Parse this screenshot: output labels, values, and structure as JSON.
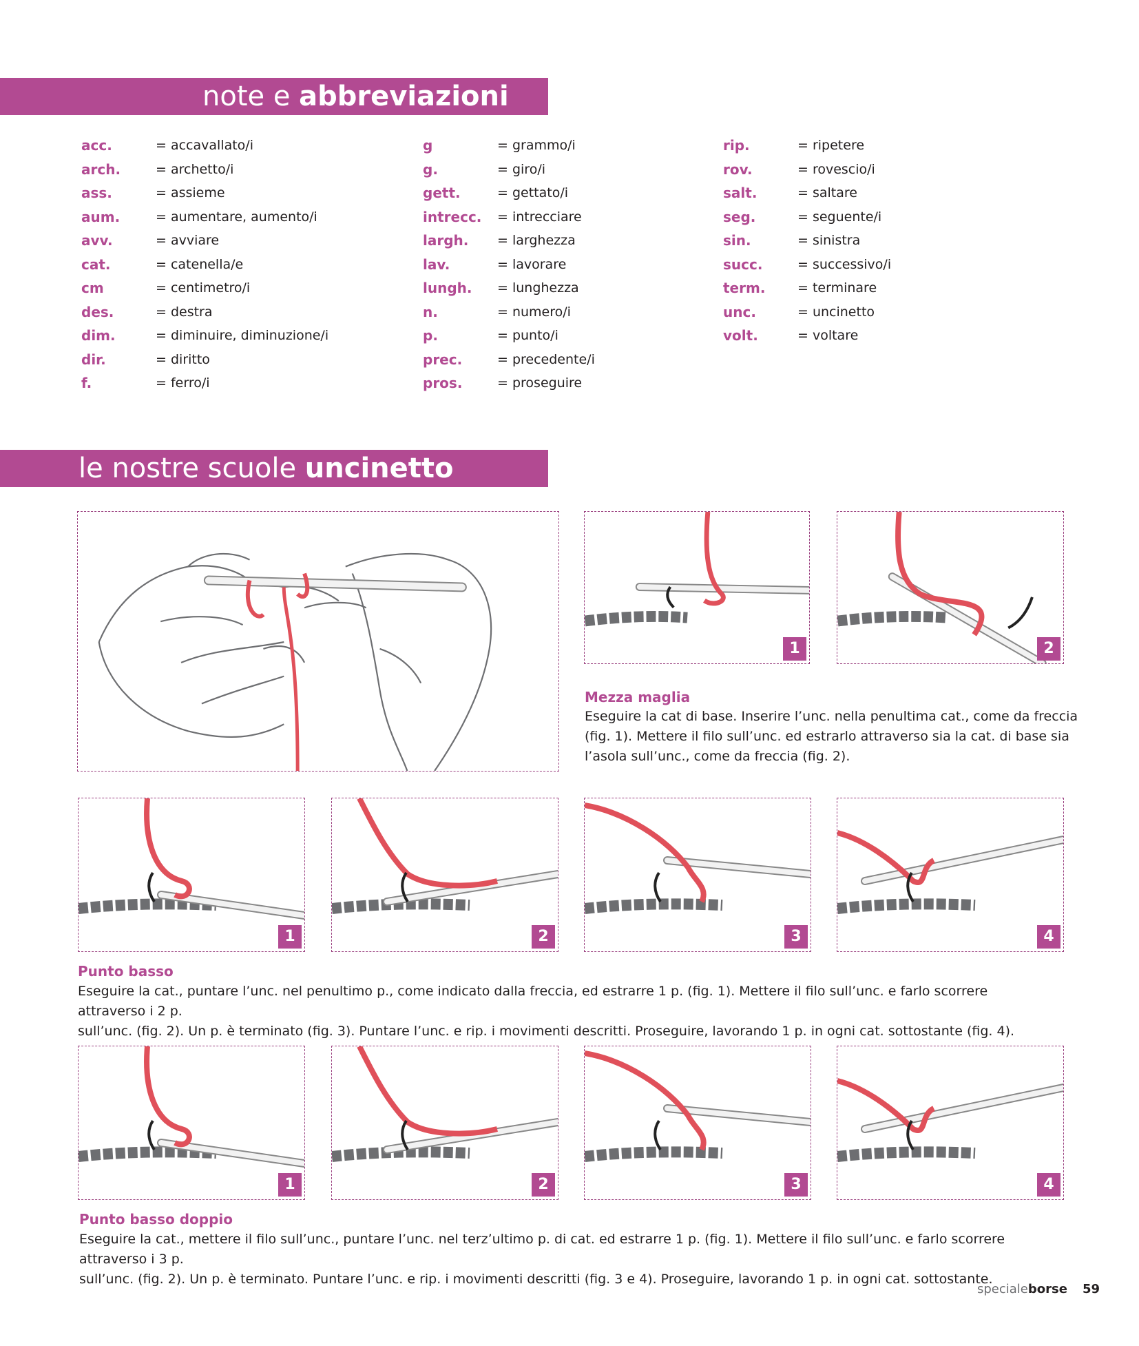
{
  "abbreviations": {
    "title_light": "note e ",
    "title_bold": "abbreviazioni",
    "columns": [
      [
        {
          "key": "acc.",
          "val": "= accavallato/i"
        },
        {
          "key": "arch.",
          "val": "= archetto/i"
        },
        {
          "key": "ass.",
          "val": "= assieme"
        },
        {
          "key": "aum.",
          "val": "= aumentare, aumento/i"
        },
        {
          "key": "avv.",
          "val": "= avviare"
        },
        {
          "key": "cat.",
          "val": "= catenella/e"
        },
        {
          "key": "cm",
          "val": "= centimetro/i"
        },
        {
          "key": "des.",
          "val": "= destra"
        },
        {
          "key": "dim.",
          "val": "= diminuire, diminuzione/i"
        },
        {
          "key": "dir.",
          "val": "= diritto"
        },
        {
          "key": "f.",
          "val": "= ferro/i"
        }
      ],
      [
        {
          "key": "g",
          "val": "= grammo/i"
        },
        {
          "key": "g.",
          "val": "= giro/i"
        },
        {
          "key": "gett.",
          "val": "= gettato/i"
        },
        {
          "key": "intrecc.",
          "val": "= intrecciare"
        },
        {
          "key": "largh.",
          "val": "= larghezza"
        },
        {
          "key": "lav.",
          "val": "= lavorare"
        },
        {
          "key": "lungh.",
          "val": "= lunghezza"
        },
        {
          "key": "n.",
          "val": "= numero/i"
        },
        {
          "key": "p.",
          "val": "= punto/i"
        },
        {
          "key": "prec.",
          "val": "= precedente/i"
        },
        {
          "key": "pros.",
          "val": "= proseguire"
        }
      ],
      [
        {
          "key": "rip.",
          "val": "= ripetere"
        },
        {
          "key": "rov.",
          "val": "= rovescio/i"
        },
        {
          "key": "salt.",
          "val": "= saltare"
        },
        {
          "key": "seg.",
          "val": "= seguente/i"
        },
        {
          "key": "sin.",
          "val": "= sinistra"
        },
        {
          "key": "succ.",
          "val": "= successivo/i"
        },
        {
          "key": "term.",
          "val": "= terminare"
        },
        {
          "key": "unc.",
          "val": "= uncinetto"
        },
        {
          "key": "volt.",
          "val": "= voltare"
        }
      ]
    ]
  },
  "school": {
    "title_light": "le nostre scuole ",
    "title_bold": "uncinetto"
  },
  "mezza_maglia": {
    "title": "Mezza maglia",
    "lines": [
      "Eseguire la cat di base. Inserire l’unc. nella penultima cat., come da freccia",
      "(fig. 1). Mettere il filo sull’unc. ed estrarlo attraverso sia la cat. di base sia",
      "l’asola sull’unc., come da freccia (fig. 2)."
    ],
    "figs": [
      "1",
      "2"
    ]
  },
  "punto_basso": {
    "title": "Punto basso",
    "lines": [
      "Eseguire la cat., puntare l’unc. nel penultimo p., come indicato dalla freccia, ed estrarre 1 p. (fig. 1). Mettere il filo sull’unc. e farlo scorrere attraverso i 2 p.",
      "sull’unc. (fig. 2). Un p. è terminato (fig. 3). Puntare l’unc. e rip. i movimenti descritti. Proseguire, lavorando 1 p. in ogni cat. sottostante (fig. 4)."
    ],
    "figs": [
      "1",
      "2",
      "3",
      "4"
    ]
  },
  "punto_basso_doppio": {
    "title": "Punto basso doppio",
    "lines": [
      "Eseguire la cat., mettere il filo sull’unc., puntare l’unc. nel terz’ultimo p. di cat. ed estrarre 1 p. (fig. 1). Mettere il filo sull’unc. e farlo scorrere attraverso i 3 p.",
      "sull’unc. (fig. 2). Un p. è terminato. Puntare l’unc. e rip. i movimenti descritti (fig. 3 e 4). Proseguire, lavorando 1 p. in ogni cat. sottostante."
    ],
    "figs": [
      "1",
      "2",
      "3",
      "4"
    ]
  },
  "footer": {
    "magazine_light": "speciale",
    "magazine_bold": "borse",
    "page": "59"
  },
  "colors": {
    "accent": "#b24a92",
    "yarn": "#e0505a",
    "line": "#6d6e71"
  }
}
